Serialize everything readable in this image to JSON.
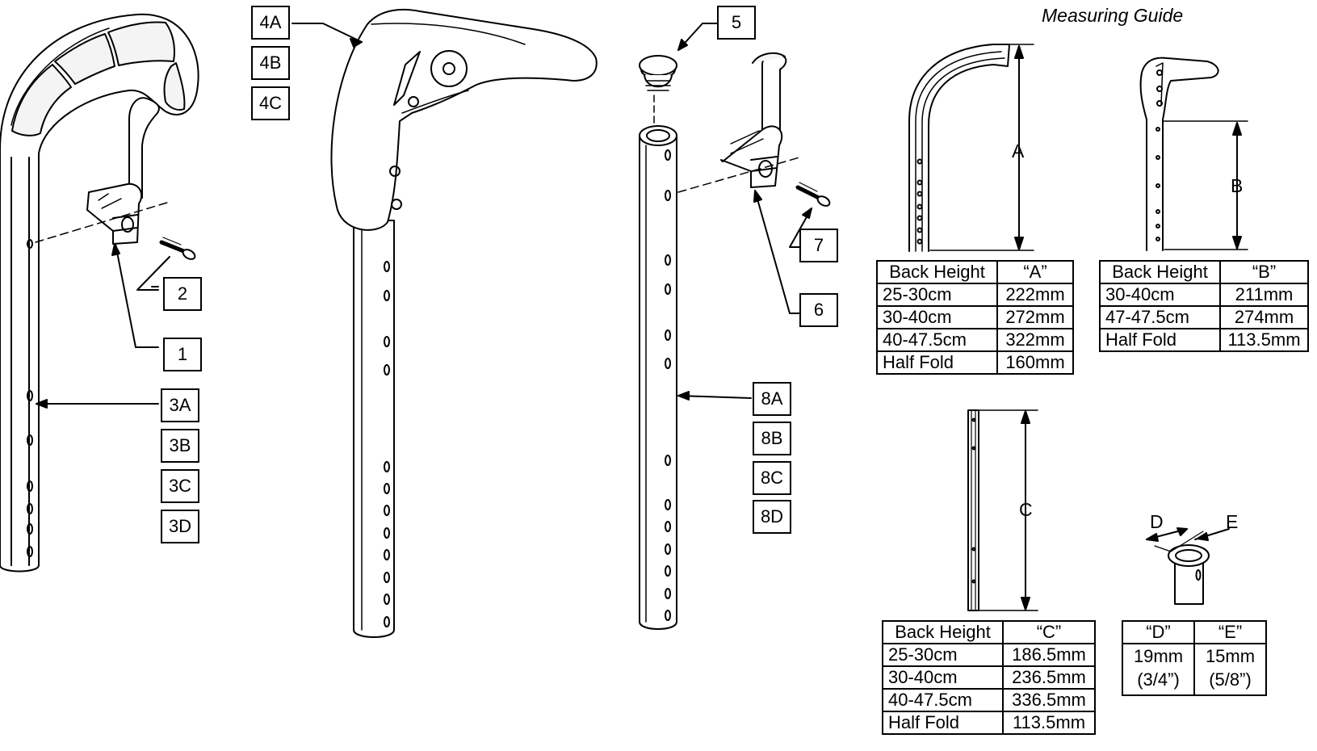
{
  "callouts": {
    "c1": "1",
    "c2": "2",
    "c3a": "3A",
    "c3b": "3B",
    "c3c": "3C",
    "c3d": "3D",
    "c4a": "4A",
    "c4b": "4B",
    "c4c": "4C",
    "c5": "5",
    "c6": "6",
    "c7": "7",
    "c8a": "8A",
    "c8b": "8B",
    "c8c": "8C",
    "c8d": "8D"
  },
  "guide": {
    "title": "Measuring Guide",
    "dim_labels": {
      "a": "A",
      "b": "B",
      "c": "C",
      "d": "D",
      "e": "E"
    },
    "table_a": {
      "headers": [
        "Back Height",
        "“A”"
      ],
      "rows": [
        [
          "25-30cm",
          "222mm"
        ],
        [
          "30-40cm",
          "272mm"
        ],
        [
          "40-47.5cm",
          "322mm"
        ],
        [
          "Half Fold",
          "160mm"
        ]
      ]
    },
    "table_b": {
      "headers": [
        "Back Height",
        "“B”"
      ],
      "rows": [
        [
          "30-40cm",
          "211mm"
        ],
        [
          "47-47.5cm",
          "274mm"
        ],
        [
          "Half Fold",
          "113.5mm"
        ]
      ]
    },
    "table_c": {
      "headers": [
        "Back Height",
        "“C”"
      ],
      "rows": [
        [
          "25-30cm",
          "186.5mm"
        ],
        [
          "30-40cm",
          "236.5mm"
        ],
        [
          "40-47.5cm",
          "336.5mm"
        ],
        [
          "Half Fold",
          "113.5mm"
        ]
      ]
    },
    "table_de": {
      "headers": [
        "“D”",
        "“E”"
      ],
      "line1": [
        "19mm",
        "15mm"
      ],
      "line2": [
        "(3/4”)",
        "(5/8”)"
      ]
    }
  }
}
